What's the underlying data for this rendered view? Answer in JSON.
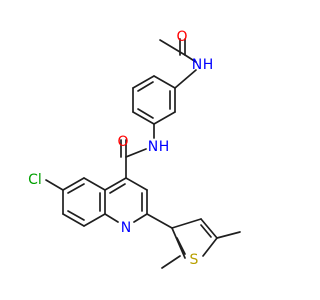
{
  "atoms": {
    "o_acetyl": {
      "text": "O",
      "color": "#ff0000"
    },
    "nh_amide_top": {
      "text": "N",
      "color": "#0000ff"
    },
    "h_amide_top": {
      "text": "H",
      "color": "#0000ff"
    },
    "o_carboxamide": {
      "text": "O",
      "color": "#ff0000"
    },
    "nh_carboxamide": {
      "text": "N",
      "color": "#0000ff"
    },
    "h_carboxamide": {
      "text": "H",
      "color": "#0000ff"
    },
    "cl": {
      "text": "Cl",
      "color": "#00a000"
    },
    "n_quinoline": {
      "text": "N",
      "color": "#0000ff"
    },
    "s_thiophene": {
      "text": "S",
      "color": "#b8a000"
    }
  },
  "colors": {
    "bond": "#1f1f1f",
    "background": "#ffffff"
  }
}
